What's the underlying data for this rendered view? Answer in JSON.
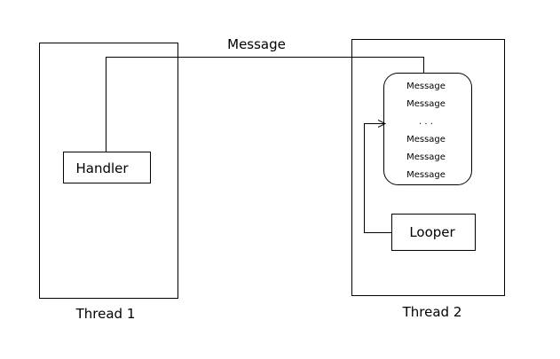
{
  "diagram": {
    "message_label": "Message",
    "handler_label": "Handler",
    "looper_label": "Looper",
    "thread1_label": "Thread 1",
    "thread2_label": "Thread 2",
    "queue_items": [
      "Message",
      "Message",
      ". . .",
      "Message",
      "Message",
      "Message"
    ]
  }
}
